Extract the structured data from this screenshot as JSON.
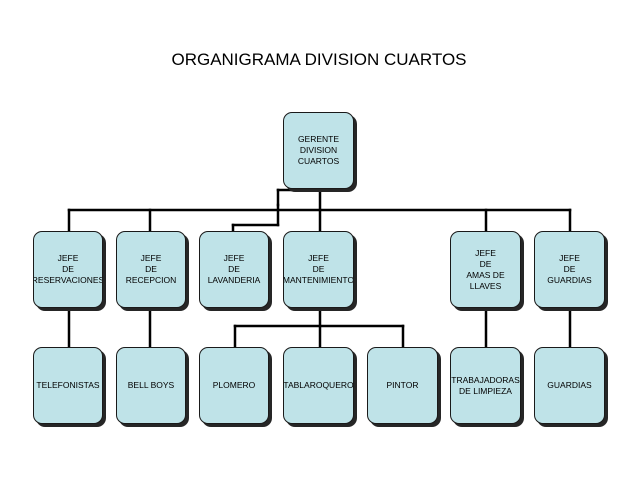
{
  "title": "ORGANIGRAMA DIVISION CUARTOS",
  "colors": {
    "node_fill": "#bfe3e8",
    "node_border": "#1a1a1a",
    "connector": "#000000",
    "shadow": "#262626"
  },
  "nodes": {
    "gerente": "GERENTE\nDIVISION\nCUARTOS",
    "jefe_reservaciones": "JEFE\nDE\nRESERVACIONES",
    "jefe_recepcion": "JEFE\nDE\nRECEPCION",
    "jefe_lavanderia": "JEFE\nDE\nLAVANDERIA",
    "jefe_mantenimiento": "JEFE\nDE\nMANTENIMIENTO",
    "jefe_amas_de_llaves": "JEFE\nDE\nAMAS DE\nLLAVES",
    "jefe_guardias": "JEFE\nDE\nGUARDIAS",
    "telefonistas": "TELEFONISTAS",
    "bell_boys": "BELL BOYS",
    "plomero": "PLOMERO",
    "tablaroquero": "TABLAROQUERO",
    "pintor": "PINTOR",
    "trabajadoras_limpieza": "TRABAJADORAS\nDE LIMPIEZA",
    "guardias": "GUARDIAS"
  }
}
